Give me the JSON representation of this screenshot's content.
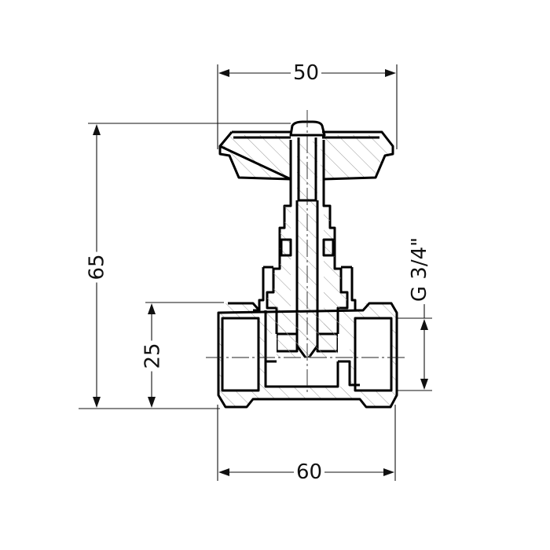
{
  "drawing": {
    "subject": "gate valve cross-section",
    "dimensions": {
      "top_width": "50",
      "overall_height": "65",
      "pipe_centre_height": "25",
      "thread": "G 3/4\"",
      "bottom_width": "60"
    },
    "colors": {
      "line": "#000000",
      "background": "#ffffff",
      "hatch": "#9a9a9a"
    }
  }
}
